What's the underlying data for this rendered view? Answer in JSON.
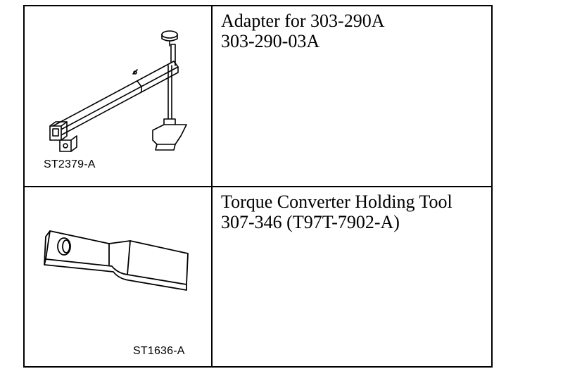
{
  "tools": [
    {
      "figure_id": "ST2379-A",
      "name": "Adapter for 303-290A",
      "number": "303-290-03A"
    },
    {
      "figure_id": "ST1636-A",
      "name": "Torque Converter Holding Tool",
      "number": "307-346 (T97T-7902-A)"
    }
  ]
}
